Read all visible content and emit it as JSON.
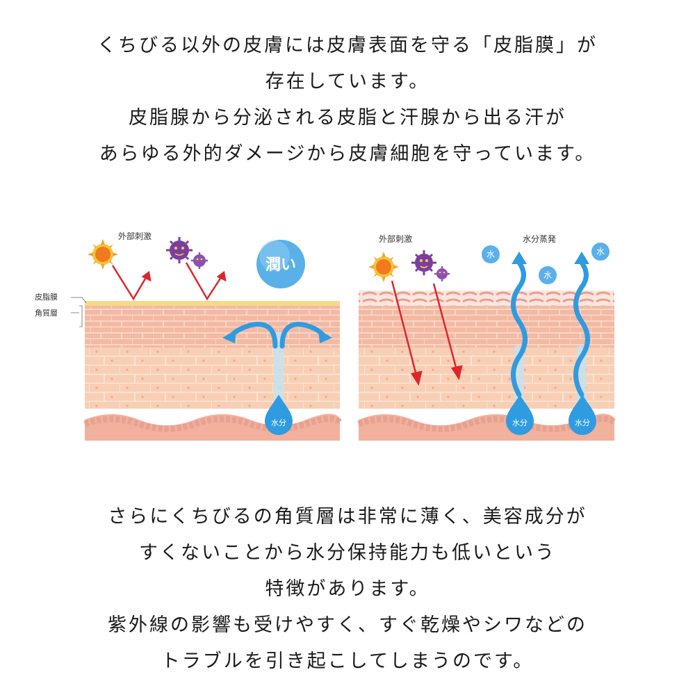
{
  "intro_lines": [
    "くちびる以外の皮膚には皮膚表面を守る「皮脂膜」が",
    "存在しています。",
    "皮脂腺から分泌される皮脂と汗腺から出る汗が",
    "あらゆる外的ダメージから皮膚細胞を守っています。"
  ],
  "figure": {
    "left_panel": {
      "external_stimulus_label": "外部刺激",
      "sebum_membrane_label": "皮脂膜",
      "stratum_corneum_label": "角質層",
      "moisture_badge": "潤い",
      "water_drop_label": "水分"
    },
    "right_panel": {
      "external_stimulus_label": "外部刺激",
      "evaporation_label": "水分蒸発",
      "water_bubble_label": "水",
      "water_drop_label": "水分"
    },
    "colors": {
      "skin": "#f6c9ae",
      "cell_line": "#ffffff",
      "sebum": "#f7d987",
      "arrow_red": "#e0242b",
      "water_blue": "#2f9be0",
      "sun": "#f08a1f",
      "germ": "#7a3f9e"
    },
    "icons": [
      "sun-icon",
      "germ-icon",
      "water-drop-icon"
    ]
  },
  "closing_lines": [
    "さらにくちびるの角質層は非常に薄く、美容成分が",
    "すくないことから水分保持能力も低いという",
    "特徴があります。",
    "紫外線の影響も受けやすく、すぐ乾燥やシワなどの",
    "トラブルを引き起こしてしまうのです。"
  ]
}
